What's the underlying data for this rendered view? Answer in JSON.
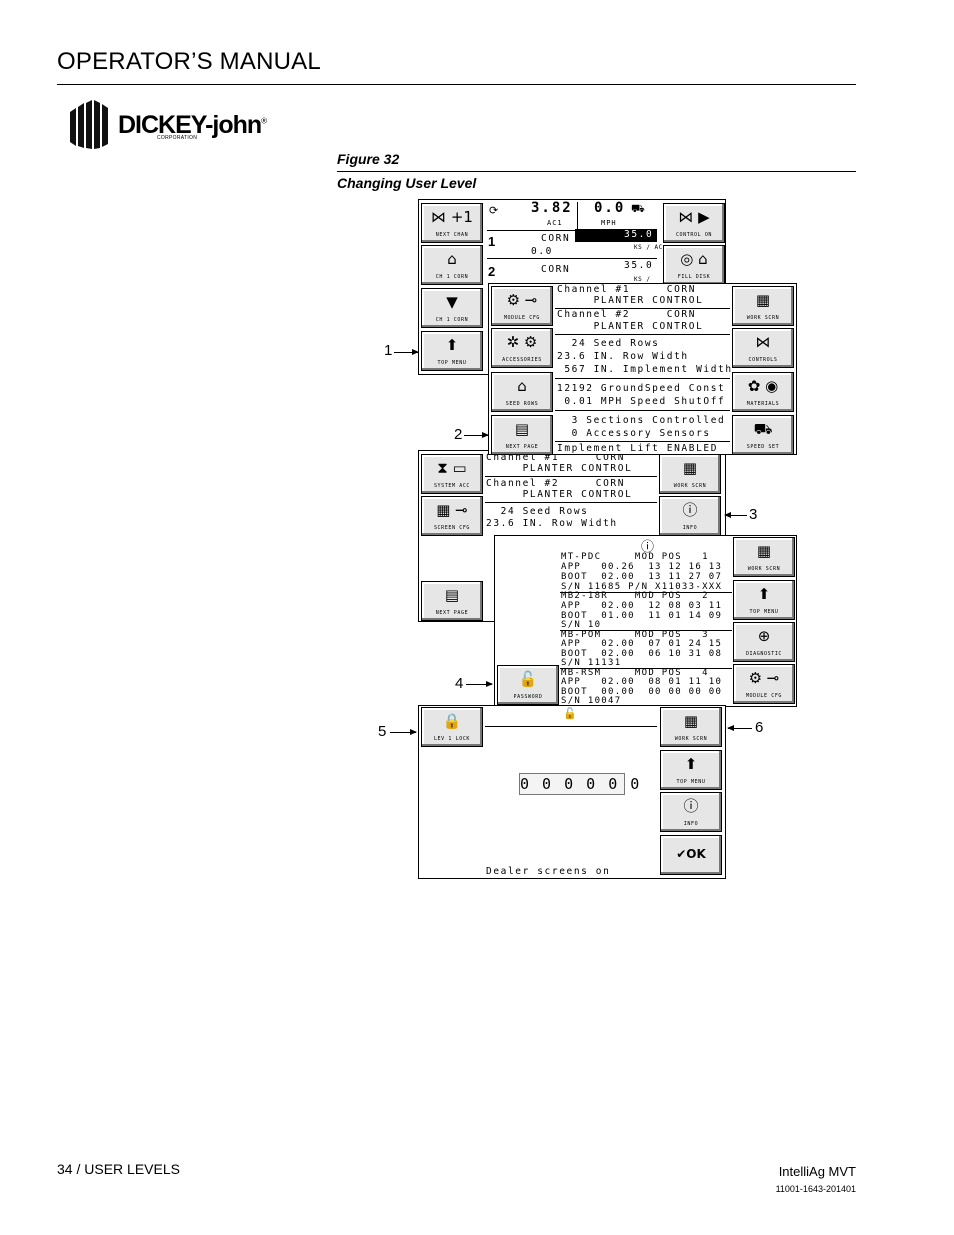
{
  "header": {
    "title": "OPERATOR’S MANUAL"
  },
  "logo": {
    "brand": "DICKEY-john",
    "registered": "®",
    "corporation": "CORPORATION"
  },
  "figure": {
    "number": "Figure 32",
    "caption": "Changing User Level"
  },
  "screen1": {
    "buttons_left": [
      "NEXT CHAN",
      "CH 1  CORN",
      "CH 1  CORN",
      "TOP MENU"
    ],
    "buttons_right": [
      "CONTROL ON",
      "FILL DISK"
    ],
    "rate": "3.82",
    "rate_unit": "AC1",
    "speed": "0.0",
    "speed_unit": "MPH",
    "ch1_num": "1",
    "ch1_name": "CORN",
    "ch1_val": "0.0",
    "ch1_target": "35.0",
    "ch1_unit": "KS / AC",
    "ch2_num": "2",
    "ch2_name": "CORN",
    "ch2_target": "35.0",
    "ch2_unit": "KS /"
  },
  "screen2": {
    "buttons_left": [
      "MODULE CFG",
      "ACCESSORIES",
      "SEED ROWS",
      "NEXT PAGE"
    ],
    "buttons_right": [
      "WORK SCRN",
      "CONTROLS",
      "MATERIALS",
      "SPEED SET"
    ],
    "lines": [
      "Channel #1     CORN",
      "     PLANTER CONTROL",
      "Channel #2     CORN",
      "     PLANTER CONTROL",
      "  24 Seed Rows",
      "23.6 IN. Row Width",
      " 567 IN. Implement Width",
      "12192 GroundSpeed Const",
      " 0.01 MPH Speed ShutOff",
      "  3 Sections Controlled",
      "  0 Accessory Sensors",
      "Implement Lift ENABLED"
    ]
  },
  "screen3": {
    "buttons_left": [
      "SYSTEM ACC",
      "SCREEN CFG",
      "NEXT PAGE"
    ],
    "buttons_right": [
      "WORK SCRN",
      "INFO"
    ],
    "lines": [
      "Channel #1     CORN",
      "     PLANTER CONTROL",
      "Channel #2     CORN",
      "     PLANTER CONTROL",
      "  24 Seed Rows",
      "23.6 IN. Row Width"
    ]
  },
  "screen4": {
    "button_left": "PASSWORD",
    "buttons_right": [
      "WORK SCRN",
      "TOP MENU",
      "DIAGNOSTIC",
      "MODULE CFG"
    ],
    "modules": [
      [
        "MT-PDC     MOD POS   1",
        "APP   00.26  13 12 16 13",
        "BOOT  02.00  13 11 27 07",
        "S/N 11685 P/N X11033-XXX"
      ],
      [
        "MB2-18R    MOD POS   2",
        "APP   02.00  12 08 03 11",
        "BOOT  01.00  11 01 14 09",
        "S/N 10"
      ],
      [
        "MB-POM     MOD POS   3",
        "APP   02.00  07 01 24 15",
        "BOOT  02.00  06 10 31 08",
        "S/N 11131"
      ],
      [
        "MB-RSM     MOD POS   4",
        "APP   02.00  08 01 11 10",
        "BOOT  00.00  00 00 00 00",
        "S/N 10047"
      ]
    ]
  },
  "screen5": {
    "button_left": "LEV 1 LOCK",
    "buttons_right": [
      "WORK SCRN",
      "TOP MENU",
      "INFO",
      "OK"
    ],
    "password_digits": "0 0 0 0 0 0",
    "status": "Dealer screens on"
  },
  "callouts": [
    "1",
    "2",
    "3",
    "4",
    "5",
    "6"
  ],
  "footer": {
    "section": "34 / USER LEVELS",
    "product": "IntelliAg MVT",
    "doc_number": "11001-1643-201401"
  }
}
